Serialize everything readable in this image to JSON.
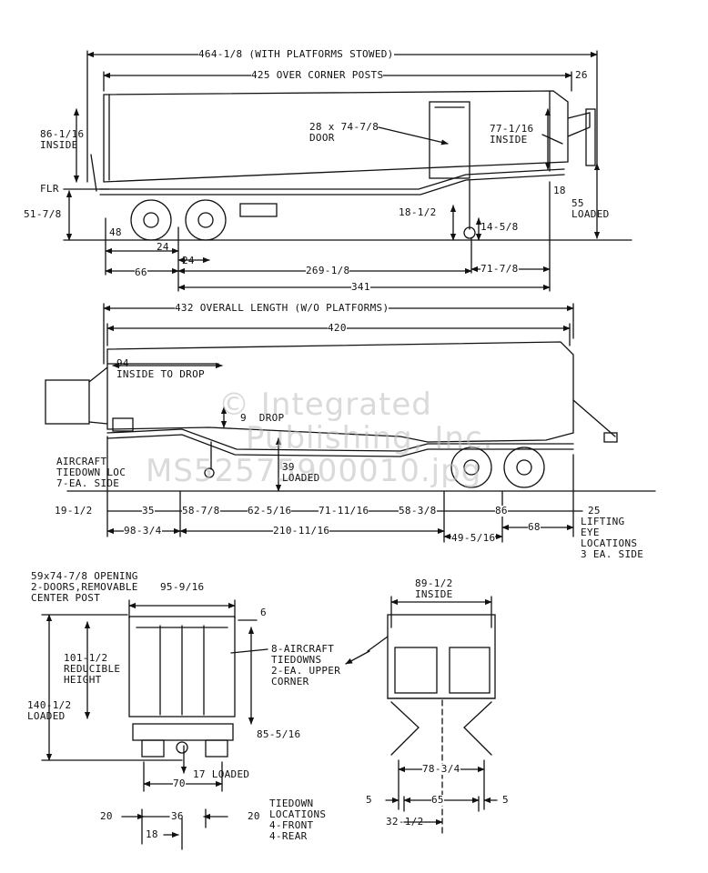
{
  "watermark": {
    "line1": "© Integrated",
    "line2": "Publishing, Inc.",
    "line3": "MS52575900010.jpg"
  },
  "side_view_top": {
    "overall_stowed": "464-1/8 (WITH PLATFORMS STOWED)",
    "over_corner_posts": "425 OVER CORNER POSTS",
    "dim_26": "26",
    "inside_height": "86-1/16\nINSIDE",
    "door": "28 x 74-7/8\nDOOR",
    "inside_77": "77-1/16\nINSIDE",
    "flr": "FLR",
    "dim_51": "51-7/8",
    "dim_18": "18",
    "loaded_55": "55\nLOADED",
    "dim_18_half": "18-1/2",
    "dim_14": "14-5/8",
    "dim_48": "48",
    "dim_24a": "24",
    "dim_24b": "24",
    "dim_66": "66",
    "dim_269": "269-1/8",
    "dim_71": "71-7/8",
    "dim_341": "341"
  },
  "side_view_bottom": {
    "overall_length": "432 OVERALL LENGTH (W/O PLATFORMS)",
    "dim_420": "420",
    "inside_drop": "94\nINSIDE TO DROP",
    "drop_9": "9  DROP",
    "tiedown": "AIRCRAFT\nTIEDOWN LOC\n7-EA. SIDE",
    "loaded_39": "39\nLOADED",
    "dim_19": "19-1/2",
    "dim_35": "35",
    "dim_58": "58-7/8",
    "dim_62": "62-5/16",
    "dim_71_11": "71-11/16",
    "dim_58_3": "58-3/8",
    "dim_86": "86",
    "dim_25": "25",
    "lifting": "LIFTING\nEYE\nLOCATIONS\n3 EA. SIDE",
    "dim_98": "98-3/4",
    "dim_210": "210-11/16",
    "dim_49": "49-5/16",
    "dim_68": "68"
  },
  "rear_view": {
    "opening": "59x74-7/8 OPENING\n2-DOORS,REMOVABLE\nCENTER POST",
    "width_95": "95-9/16",
    "dim_6": "6",
    "reducible": "101-1/2\nREDUCIBLE\nHEIGHT",
    "loaded_140": "140-1/2\nLOADED",
    "tiedowns_upper": "8-AIRCRAFT\nTIEDOWNS\n2-EA. UPPER\nCORNER",
    "dim_85": "85-5/16",
    "loaded_17": "17 LOADED",
    "dim_70": "70",
    "dim_20a": "20",
    "dim_36": "36",
    "dim_20b": "20",
    "dim_18": "18",
    "tiedown_locs": "TIEDOWN\nLOCATIONS\n4-FRONT\n4-REAR"
  },
  "front_view": {
    "inside_89": "89-1/2\nINSIDE",
    "dim_78": "78-3/4",
    "dim_5a": "5",
    "dim_65": "65",
    "dim_5b": "5",
    "dim_32": "32-1/2"
  }
}
